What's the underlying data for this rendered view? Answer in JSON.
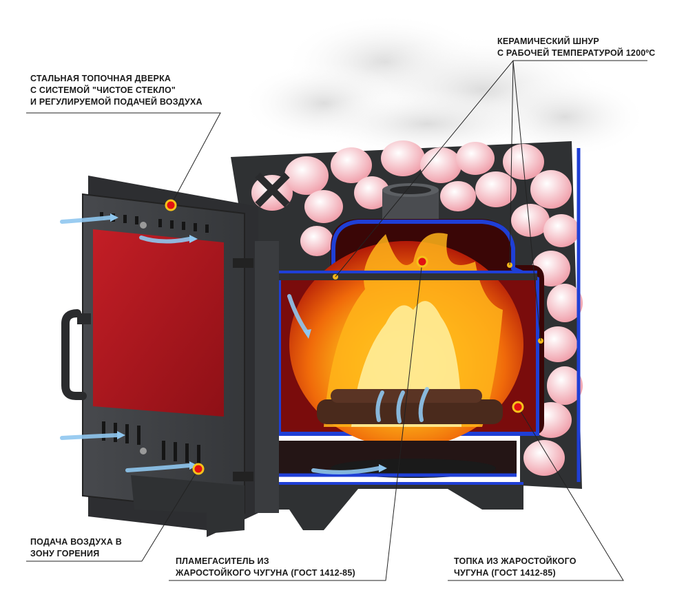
{
  "callouts": {
    "door": {
      "line1": "СТАЛЬНАЯ ТОПОЧНАЯ ДВЕРКА",
      "line2": "С СИСТЕМОЙ \"ЧИСТОЕ СТЕКЛО\"",
      "line3": "И РЕГУЛИРУЕМОЙ ПОДАЧЕЙ ВОЗДУХА"
    },
    "cord": {
      "line1": "КЕРАМИЧЕСКИЙ ШНУР",
      "line2": "С РАБОЧЕЙ ТЕМПЕРАТУРОЙ 1200ºС"
    },
    "air": {
      "line1": "ПОДАЧА ВОЗДУХА В",
      "line2": "ЗОНУ ГОРЕНИЯ"
    },
    "flame": {
      "line1": "ПЛАМЕГАСИТЕЛЬ ИЗ",
      "line2": "ЖАРОСТОЙКОГО ЧУГУНА (ГОСТ 1412-85)"
    },
    "firebox": {
      "line1": "ТОПКА ИЗ ЖАРОСТОЙКОГО",
      "line2": "ЧУГУНА (ГОСТ 1412-85)"
    }
  },
  "colors": {
    "steel": "#3b3d40",
    "steel_dark": "#2a2b2d",
    "glass": "#a5161d",
    "liner": "#1f3fd6",
    "stone": "#f3c9cf",
    "marker": "#e11212",
    "leader": "#222222"
  }
}
